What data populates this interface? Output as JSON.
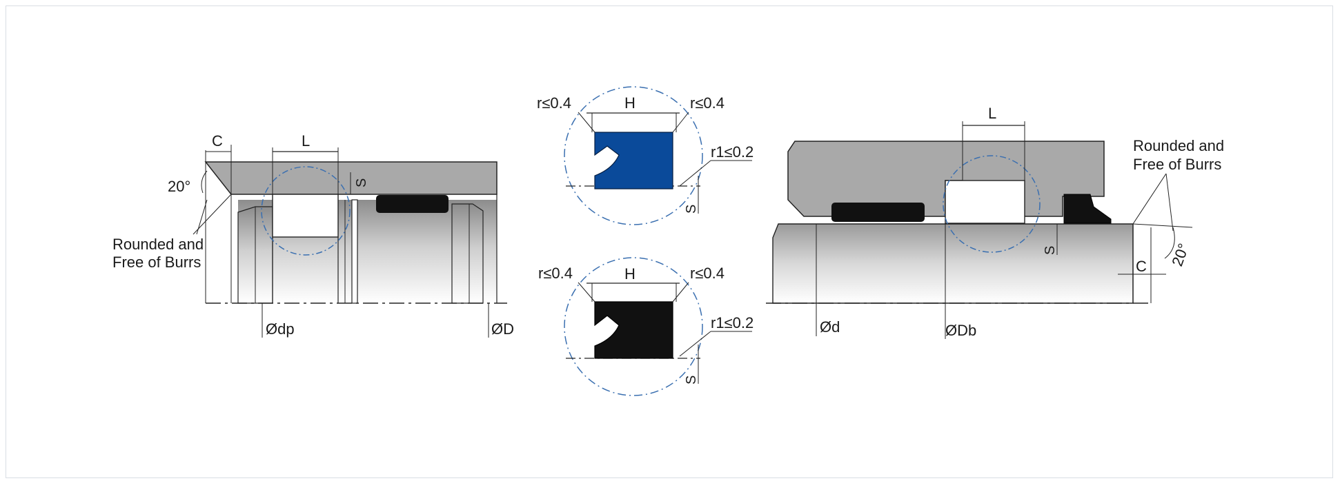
{
  "left_view": {
    "chamfer": "C",
    "length": "L",
    "angle": "20°",
    "depth": "S",
    "note_line1": "Rounded and",
    "note_line2": "Free of Burrs",
    "diam_groove": "Ødp",
    "diam_bore": "ØD"
  },
  "detail_top": {
    "radius_left": "r≤0.4",
    "radius_right": "r≤0.4",
    "height": "H",
    "radius_bottom": "r1≤0.2",
    "depth": "S",
    "seal_color": "#0a4a9a"
  },
  "detail_bottom": {
    "radius_left": "r≤0.4",
    "radius_right": "r≤0.4",
    "height": "H",
    "radius_bottom": "r1≤0.2",
    "depth": "S",
    "seal_color": "#111111"
  },
  "right_view": {
    "length": "L",
    "note_line1": "Rounded and",
    "note_line2": "Free of Burrs",
    "depth": "S",
    "chamfer": "C",
    "angle": "20°",
    "diam_rod": "Ød",
    "diam_groove": "ØDb"
  },
  "colors": {
    "housing": "#a9a9a9",
    "seal_dark": "#111111",
    "seal_blue": "#0a4a9a",
    "detail_circle": "#3a6fb0"
  }
}
